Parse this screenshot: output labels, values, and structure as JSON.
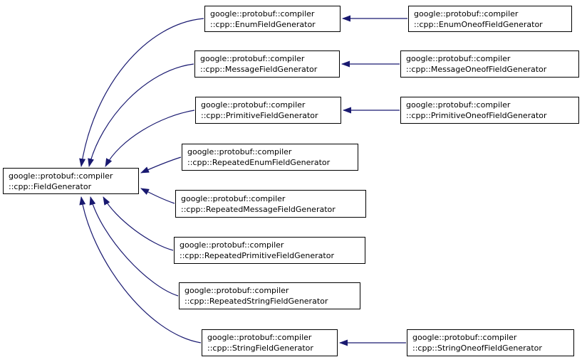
{
  "diagram": {
    "kind": "class-inheritance-graph",
    "base_class": "google::protobuf::compiler::cpp::FieldGenerator"
  },
  "colors": {
    "edge": "#191970",
    "node_border": "#000000",
    "node_background": "#ffffff",
    "page_background": "#ffffff",
    "text": "#000000"
  },
  "nodes": [
    {
      "id": "field-generator",
      "line1": "google::protobuf::compiler",
      "line2": "::cpp::FieldGenerator"
    },
    {
      "id": "enum-field-generator",
      "line1": "google::protobuf::compiler",
      "line2": "::cpp::EnumFieldGenerator"
    },
    {
      "id": "message-field-generator",
      "line1": "google::protobuf::compiler",
      "line2": "::cpp::MessageFieldGenerator"
    },
    {
      "id": "primitive-field-generator",
      "line1": "google::protobuf::compiler",
      "line2": "::cpp::PrimitiveFieldGenerator"
    },
    {
      "id": "repeated-enum-field-generator",
      "line1": "google::protobuf::compiler",
      "line2": "::cpp::RepeatedEnumFieldGenerator"
    },
    {
      "id": "repeated-message-field-generator",
      "line1": "google::protobuf::compiler",
      "line2": "::cpp::RepeatedMessageFieldGenerator"
    },
    {
      "id": "repeated-primitive-field-generator",
      "line1": "google::protobuf::compiler",
      "line2": "::cpp::RepeatedPrimitiveFieldGenerator"
    },
    {
      "id": "repeated-string-field-generator",
      "line1": "google::protobuf::compiler",
      "line2": "::cpp::RepeatedStringFieldGenerator"
    },
    {
      "id": "string-field-generator",
      "line1": "google::protobuf::compiler",
      "line2": "::cpp::StringFieldGenerator"
    },
    {
      "id": "enum-oneof-field-generator",
      "line1": "google::protobuf::compiler",
      "line2": "::cpp::EnumOneofFieldGenerator"
    },
    {
      "id": "message-oneof-field-generator",
      "line1": "google::protobuf::compiler",
      "line2": "::cpp::MessageOneofFieldGenerator"
    },
    {
      "id": "primitive-oneof-field-generator",
      "line1": "google::protobuf::compiler",
      "line2": "::cpp::PrimitiveOneofFieldGenerator"
    },
    {
      "id": "string-oneof-field-generator",
      "line1": "google::protobuf::compiler",
      "line2": "::cpp::StringOneofFieldGenerator"
    }
  ],
  "edges": [
    {
      "from": "enum-field-generator",
      "to": "field-generator"
    },
    {
      "from": "message-field-generator",
      "to": "field-generator"
    },
    {
      "from": "primitive-field-generator",
      "to": "field-generator"
    },
    {
      "from": "repeated-enum-field-generator",
      "to": "field-generator"
    },
    {
      "from": "repeated-message-field-generator",
      "to": "field-generator"
    },
    {
      "from": "repeated-primitive-field-generator",
      "to": "field-generator"
    },
    {
      "from": "repeated-string-field-generator",
      "to": "field-generator"
    },
    {
      "from": "string-field-generator",
      "to": "field-generator"
    },
    {
      "from": "enum-oneof-field-generator",
      "to": "enum-field-generator"
    },
    {
      "from": "message-oneof-field-generator",
      "to": "message-field-generator"
    },
    {
      "from": "primitive-oneof-field-generator",
      "to": "primitive-field-generator"
    },
    {
      "from": "string-oneof-field-generator",
      "to": "string-field-generator"
    }
  ]
}
